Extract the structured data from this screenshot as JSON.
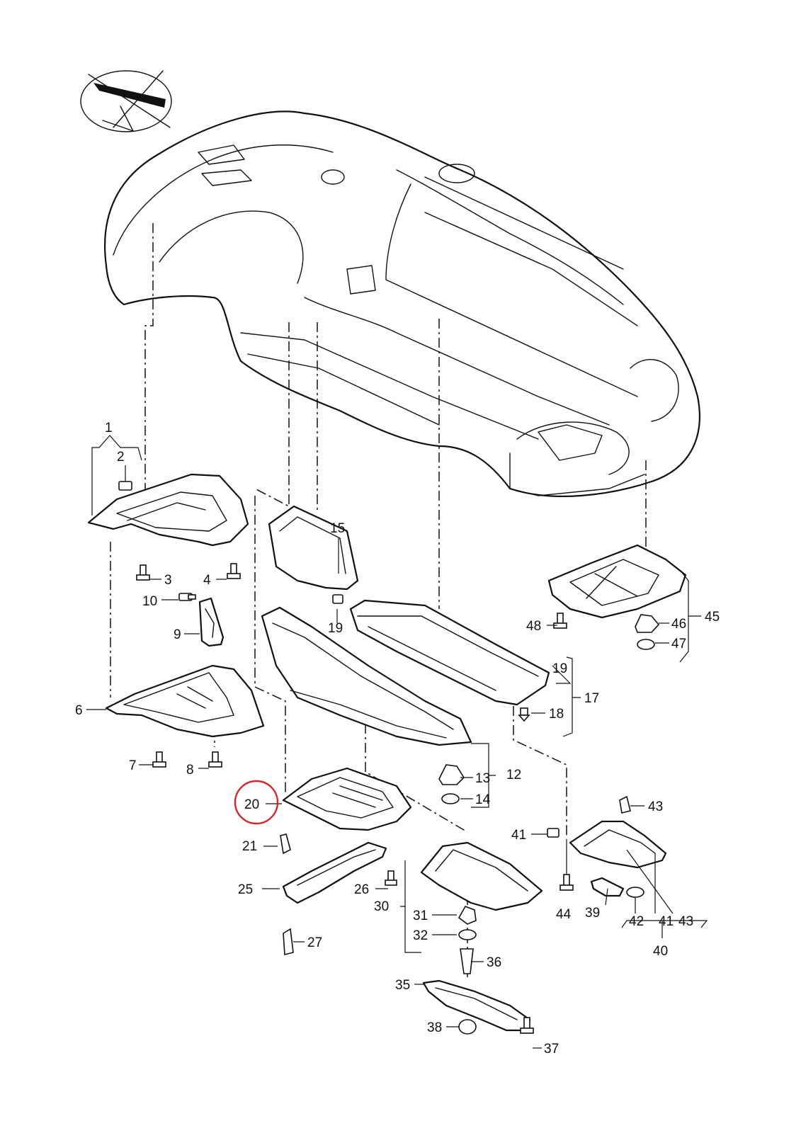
{
  "highlight_color": "#d7262b",
  "highlighted_part": "20",
  "callouts": {
    "n1": "1",
    "n2": "2",
    "n3": "3",
    "n4": "4",
    "n6": "6",
    "n7": "7",
    "n8": "8",
    "n9": "9",
    "n10": "10",
    "n12": "12",
    "n13": "13",
    "n14": "14",
    "n15": "15",
    "n17": "17",
    "n18": "18",
    "n19a": "19",
    "n19b": "19",
    "n20": "20",
    "n21": "21",
    "n25": "25",
    "n26": "26",
    "n27": "27",
    "n30": "30",
    "n31": "31",
    "n32": "32",
    "n35": "35",
    "n36": "36",
    "n37": "37",
    "n38": "38",
    "n39": "39",
    "n40": "40",
    "n41a": "41",
    "n41b": "41",
    "n42": "42",
    "n43a": "43",
    "n43b": "43",
    "n44": "44",
    "n45": "45",
    "n46": "46",
    "n47": "47",
    "n48": "48"
  },
  "icons": [
    "view-direction-icon"
  ]
}
